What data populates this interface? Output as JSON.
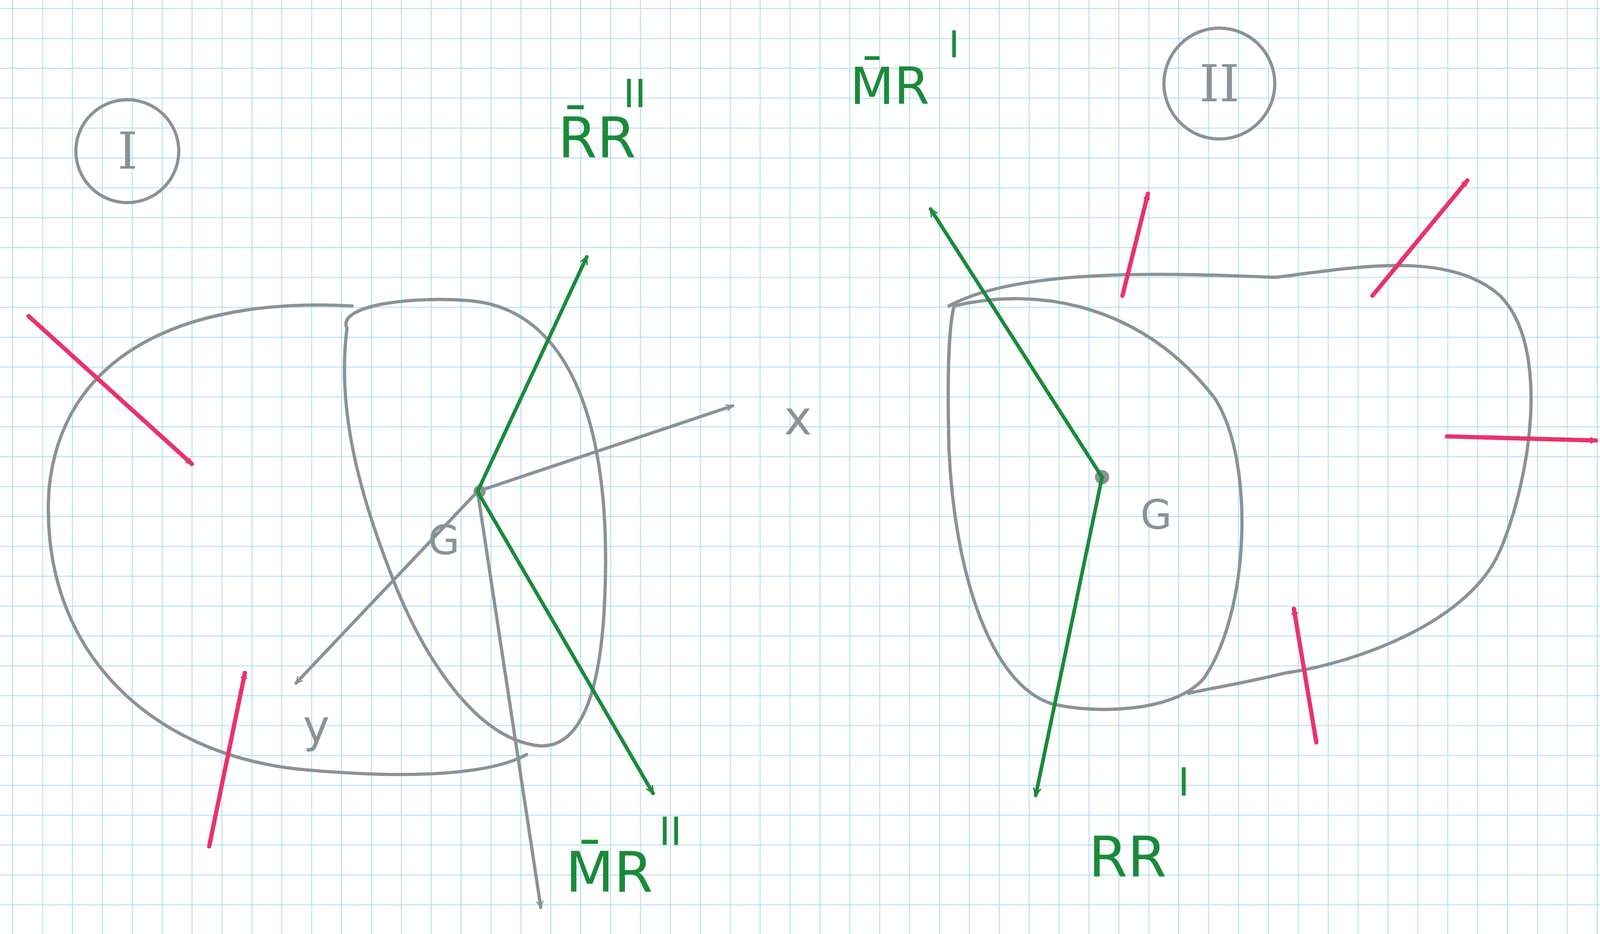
{
  "diagram": {
    "nodes": [
      {
        "text": [
          "I"
        ]
      },
      {
        "text": [
          "II"
        ]
      }
    ],
    "labels": [
      "R̄R",
      "II",
      "M̄R",
      "I",
      "x",
      "G",
      "y",
      "M̄R",
      "II",
      "G",
      "RR",
      "I"
    ]
  }
}
